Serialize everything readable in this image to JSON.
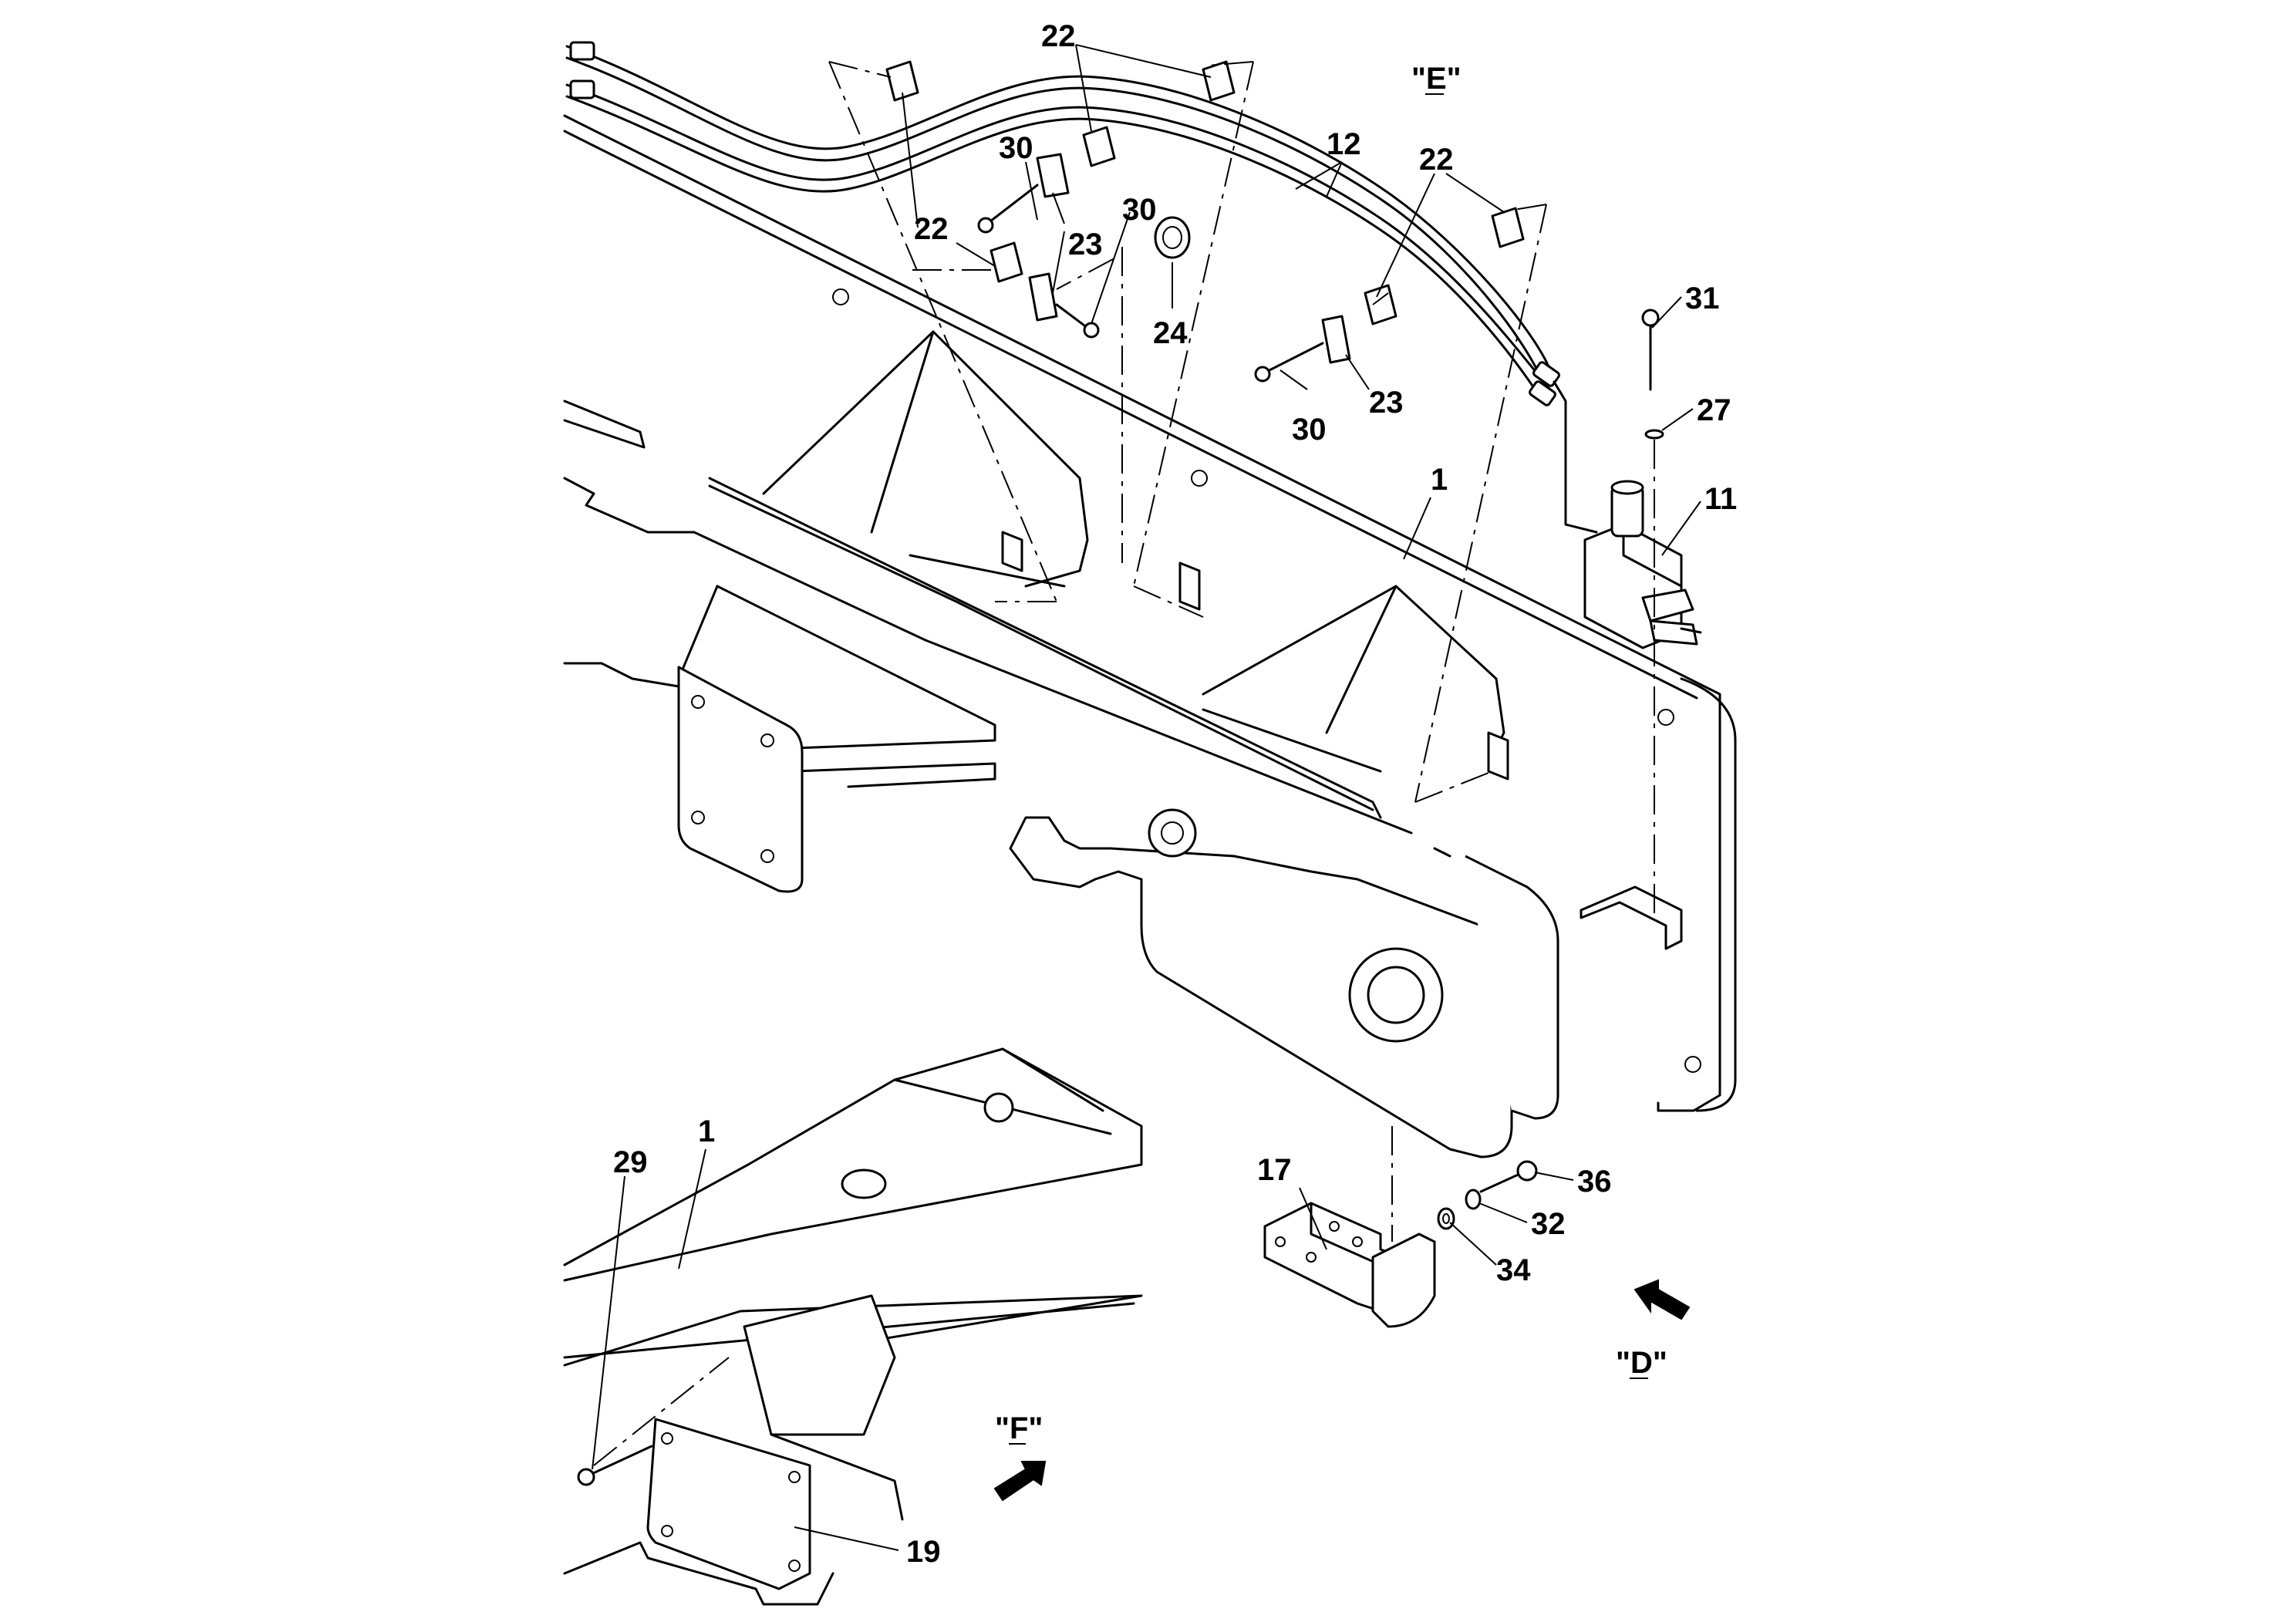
{
  "callouts": {
    "c22a": "22",
    "c22b": "22",
    "c22c": "22",
    "c30a": "30",
    "c30b": "30",
    "c30c": "30",
    "c23a": "23",
    "c23b": "23",
    "c24": "24",
    "c12": "12",
    "c31": "31",
    "c27": "27",
    "c11": "11",
    "c1a": "1",
    "c1b": "1",
    "c29": "29",
    "c19": "19",
    "c17": "17",
    "c36": "36",
    "c32": "32",
    "c34": "34"
  },
  "views": {
    "E": "\"E\"",
    "D": "\"D\"",
    "F": "\"F\""
  },
  "icons": [
    "view-arrow-d-icon",
    "view-arrow-f-icon"
  ]
}
